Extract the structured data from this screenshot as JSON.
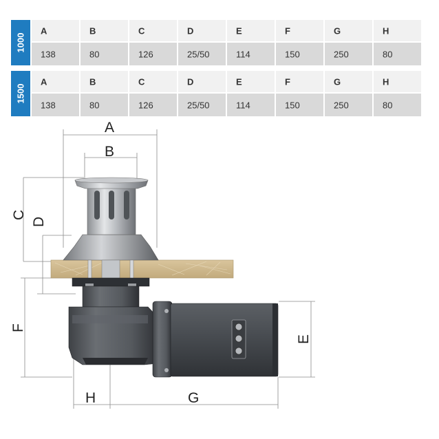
{
  "tables": [
    {
      "model": "1000",
      "headers": [
        "A",
        "B",
        "C",
        "D",
        "E",
        "F",
        "G",
        "H"
      ],
      "values": [
        "138",
        "80",
        "126",
        "25/50",
        "114",
        "150",
        "250",
        "80"
      ]
    },
    {
      "model": "1500",
      "headers": [
        "A",
        "B",
        "C",
        "D",
        "E",
        "F",
        "G",
        "H"
      ],
      "values": [
        "138",
        "80",
        "126",
        "25/50",
        "114",
        "150",
        "250",
        "80"
      ]
    }
  ],
  "drawing": {
    "labels": {
      "A": "A",
      "B": "B",
      "C": "C",
      "D": "D",
      "E": "E",
      "F": "F",
      "G": "G",
      "H": "H"
    }
  },
  "colors": {
    "accent": "#1f7cc0",
    "header_cell": "#f1f1f1",
    "value_cell": "#d9d9d9"
  }
}
